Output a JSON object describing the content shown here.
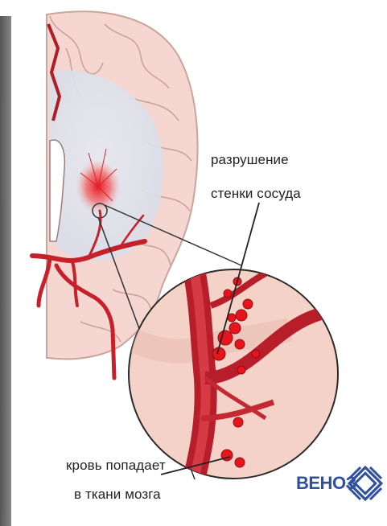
{
  "annotations": {
    "vessel_wall": [
      "разрушение",
      "стенки сосуда"
    ],
    "blood_tissue": [
      "кровь попадает",
      "в ткани мозга"
    ]
  },
  "brand": {
    "name": "ВЕНОЗ",
    "logo_icon": "celtic-knot-icon"
  },
  "colors": {
    "brain_tissue": "#f6d6d0",
    "brain_outline": "#c9a59c",
    "white_matter": "#e2e7ef",
    "vessel": "#c8202a",
    "blood_spot": "#e8141c",
    "brand_blue": "#2f4fa0"
  }
}
